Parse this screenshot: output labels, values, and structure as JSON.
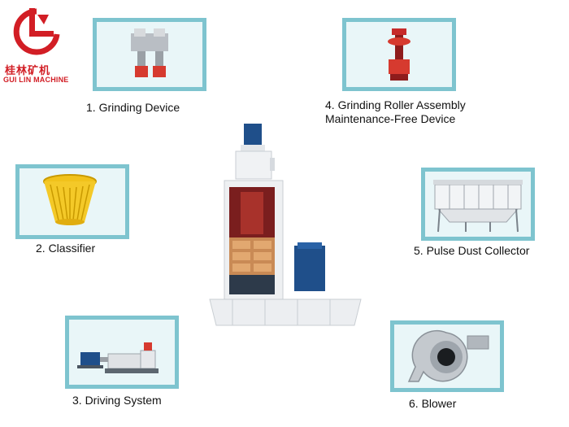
{
  "brand": {
    "name_cn": "桂林矿机",
    "name_en": "GUI LIN MACHINE",
    "color": "#d21e25"
  },
  "colors": {
    "frame_border": "#7ec4cf",
    "frame_bg": "#e9f6f8"
  },
  "components": [
    {
      "label": "1. Grinding Device",
      "icon": "grinding-device-image"
    },
    {
      "label": "2. Classifier",
      "icon": "classifier-image"
    },
    {
      "label": "3. Driving System",
      "icon": "driving-system-image"
    },
    {
      "label_line1": "4. Grinding Roller Assembly",
      "label_line2": "Maintenance-Free Device",
      "icon": "grinding-roller-image"
    },
    {
      "label": "5. Pulse Dust Collector",
      "icon": "pulse-dust-collector-image"
    },
    {
      "label": "6. Blower",
      "icon": "blower-image"
    }
  ]
}
